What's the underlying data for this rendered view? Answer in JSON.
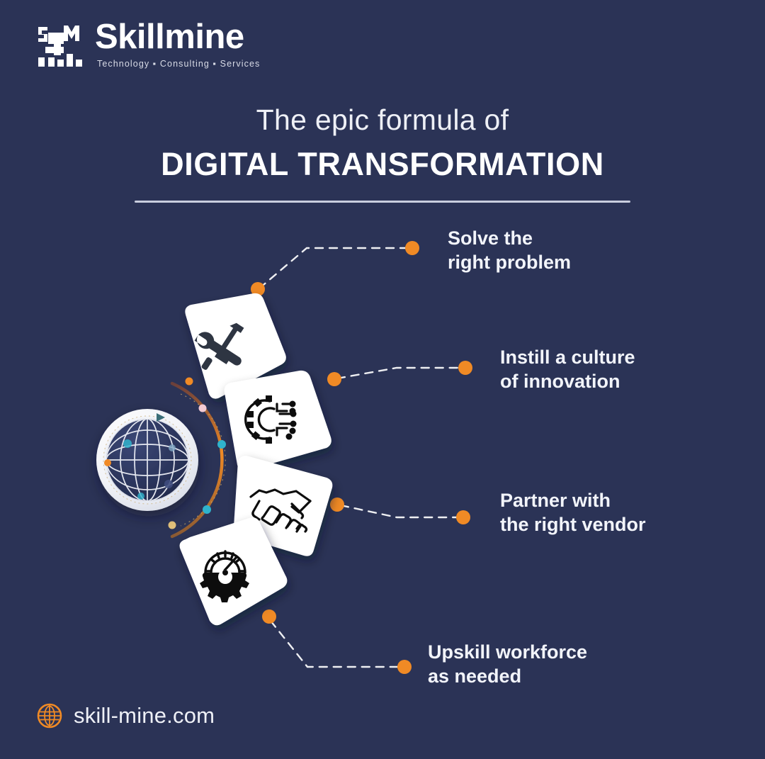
{
  "brand": {
    "logo_mark_icon": "skillmine-blocks-icon",
    "wordmark": "Skillmine",
    "tagline": "Technology  ▪  Consulting  ▪  Services"
  },
  "title": {
    "line1": "The epic formula of",
    "line2": "DIGITAL TRANSFORMATION"
  },
  "center": {
    "icon": "globe-sphere-icon",
    "orbit_icon": "orbit-arc-icon"
  },
  "steps": [
    {
      "label": "Solve the\nright problem",
      "icon": "tools-wrench-screwdriver-icon"
    },
    {
      "label": "Instill a culture\nof innovation",
      "icon": "gear-circuit-icon"
    },
    {
      "label": "Partner with\nthe right vendor",
      "icon": "handshake-icon"
    },
    {
      "label": "Upskill workforce\nas needed",
      "icon": "speedometer-gear-icon"
    }
  ],
  "footer": {
    "globe_icon": "globe-icon",
    "url": "skill-mine.com"
  },
  "colors": {
    "background": "#2b3356",
    "accent_orange": "#f08a25",
    "petal_white": "#ffffff",
    "text_light": "#f2f4fa",
    "rule": "#c9cede",
    "icon_dark": "#2f3542"
  }
}
